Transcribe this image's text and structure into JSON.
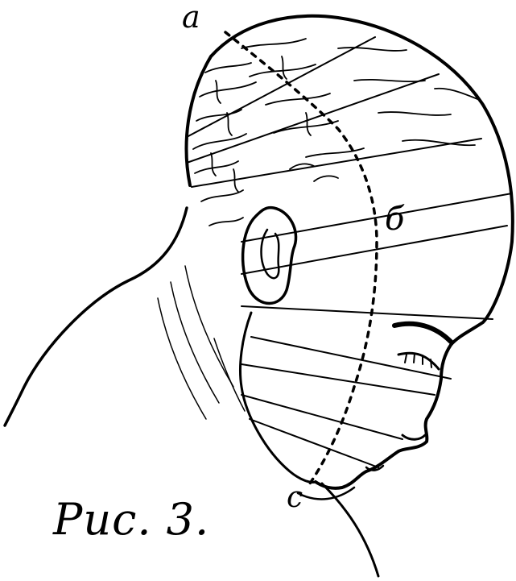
{
  "figure": {
    "labels": {
      "a": "a",
      "b": "б",
      "c": "c"
    },
    "caption": "Рис. 3.",
    "colors": {
      "ink": "#000000",
      "paper": "#ffffff"
    }
  }
}
